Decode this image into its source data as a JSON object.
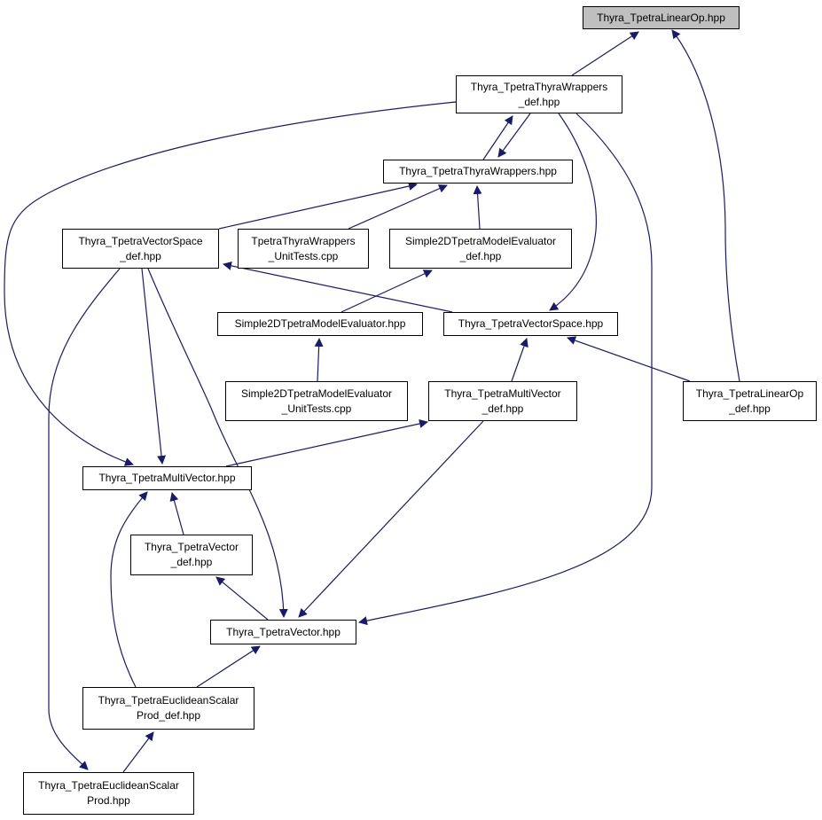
{
  "graph": {
    "edge_color": "#191970",
    "root_fill": "#bfbfbf",
    "node_fill": "#ffffff",
    "nodes": [
      {
        "id": "linearop_hpp",
        "label": "Thyra_TpetraLinearOp.hpp",
        "root": true
      },
      {
        "id": "wrappers_def",
        "label": "Thyra_TpetraThyraWrappers\n_def.hpp"
      },
      {
        "id": "wrappers_hpp",
        "label": "Thyra_TpetraThyraWrappers.hpp"
      },
      {
        "id": "vectorspace_def",
        "label": "Thyra_TpetraVectorSpace\n_def.hpp"
      },
      {
        "id": "wrappers_unittests",
        "label": "TpetraThyraWrappers\n_UnitTests.cpp"
      },
      {
        "id": "simple2d_def",
        "label": "Simple2DTpetraModelEvaluator\n_def.hpp"
      },
      {
        "id": "simple2d_hpp",
        "label": "Simple2DTpetraModelEvaluator.hpp"
      },
      {
        "id": "vectorspace_hpp",
        "label": "Thyra_TpetraVectorSpace.hpp"
      },
      {
        "id": "simple2d_unittests",
        "label": "Simple2DTpetraModelEvaluator\n_UnitTests.cpp"
      },
      {
        "id": "multivector_def",
        "label": "Thyra_TpetraMultiVector\n_def.hpp"
      },
      {
        "id": "linearop_def",
        "label": "Thyra_TpetraLinearOp\n_def.hpp"
      },
      {
        "id": "multivector_hpp",
        "label": "Thyra_TpetraMultiVector.hpp"
      },
      {
        "id": "vector_def",
        "label": "Thyra_TpetraVector\n_def.hpp"
      },
      {
        "id": "vector_hpp",
        "label": "Thyra_TpetraVector.hpp"
      },
      {
        "id": "euclid_def",
        "label": "Thyra_TpetraEuclideanScalar\nProd_def.hpp"
      },
      {
        "id": "euclid_hpp",
        "label": "Thyra_TpetraEuclideanScalar\nProd.hpp"
      }
    ],
    "edges": [
      {
        "from": "wrappers_def",
        "to": "linearop_hpp"
      },
      {
        "from": "linearop_def",
        "to": "linearop_hpp"
      },
      {
        "from": "wrappers_def",
        "to": "wrappers_hpp"
      },
      {
        "from": "wrappers_hpp",
        "to": "wrappers_def"
      },
      {
        "from": "wrappers_def",
        "to": "vectorspace_hpp"
      },
      {
        "from": "wrappers_def",
        "to": "multivector_hpp"
      },
      {
        "from": "wrappers_def",
        "to": "vector_hpp"
      },
      {
        "from": "vectorspace_def",
        "to": "wrappers_hpp"
      },
      {
        "from": "wrappers_unittests",
        "to": "wrappers_hpp"
      },
      {
        "from": "simple2d_def",
        "to": "wrappers_hpp"
      },
      {
        "from": "vectorspace_hpp",
        "to": "vectorspace_def"
      },
      {
        "from": "vectorspace_def",
        "to": "multivector_hpp"
      },
      {
        "from": "vectorspace_def",
        "to": "vector_hpp"
      },
      {
        "from": "vectorspace_def",
        "to": "euclid_hpp"
      },
      {
        "from": "simple2d_hpp",
        "to": "simple2d_def"
      },
      {
        "from": "simple2d_unittests",
        "to": "simple2d_hpp"
      },
      {
        "from": "multivector_def",
        "to": "vectorspace_hpp"
      },
      {
        "from": "linearop_def",
        "to": "vectorspace_hpp"
      },
      {
        "from": "multivector_hpp",
        "to": "multivector_def"
      },
      {
        "from": "multivector_def",
        "to": "vector_hpp"
      },
      {
        "from": "vector_def",
        "to": "multivector_hpp"
      },
      {
        "from": "euclid_def",
        "to": "multivector_hpp"
      },
      {
        "from": "vector_hpp",
        "to": "vector_def"
      },
      {
        "from": "euclid_def",
        "to": "vector_hpp"
      },
      {
        "from": "euclid_hpp",
        "to": "euclid_def"
      }
    ]
  }
}
